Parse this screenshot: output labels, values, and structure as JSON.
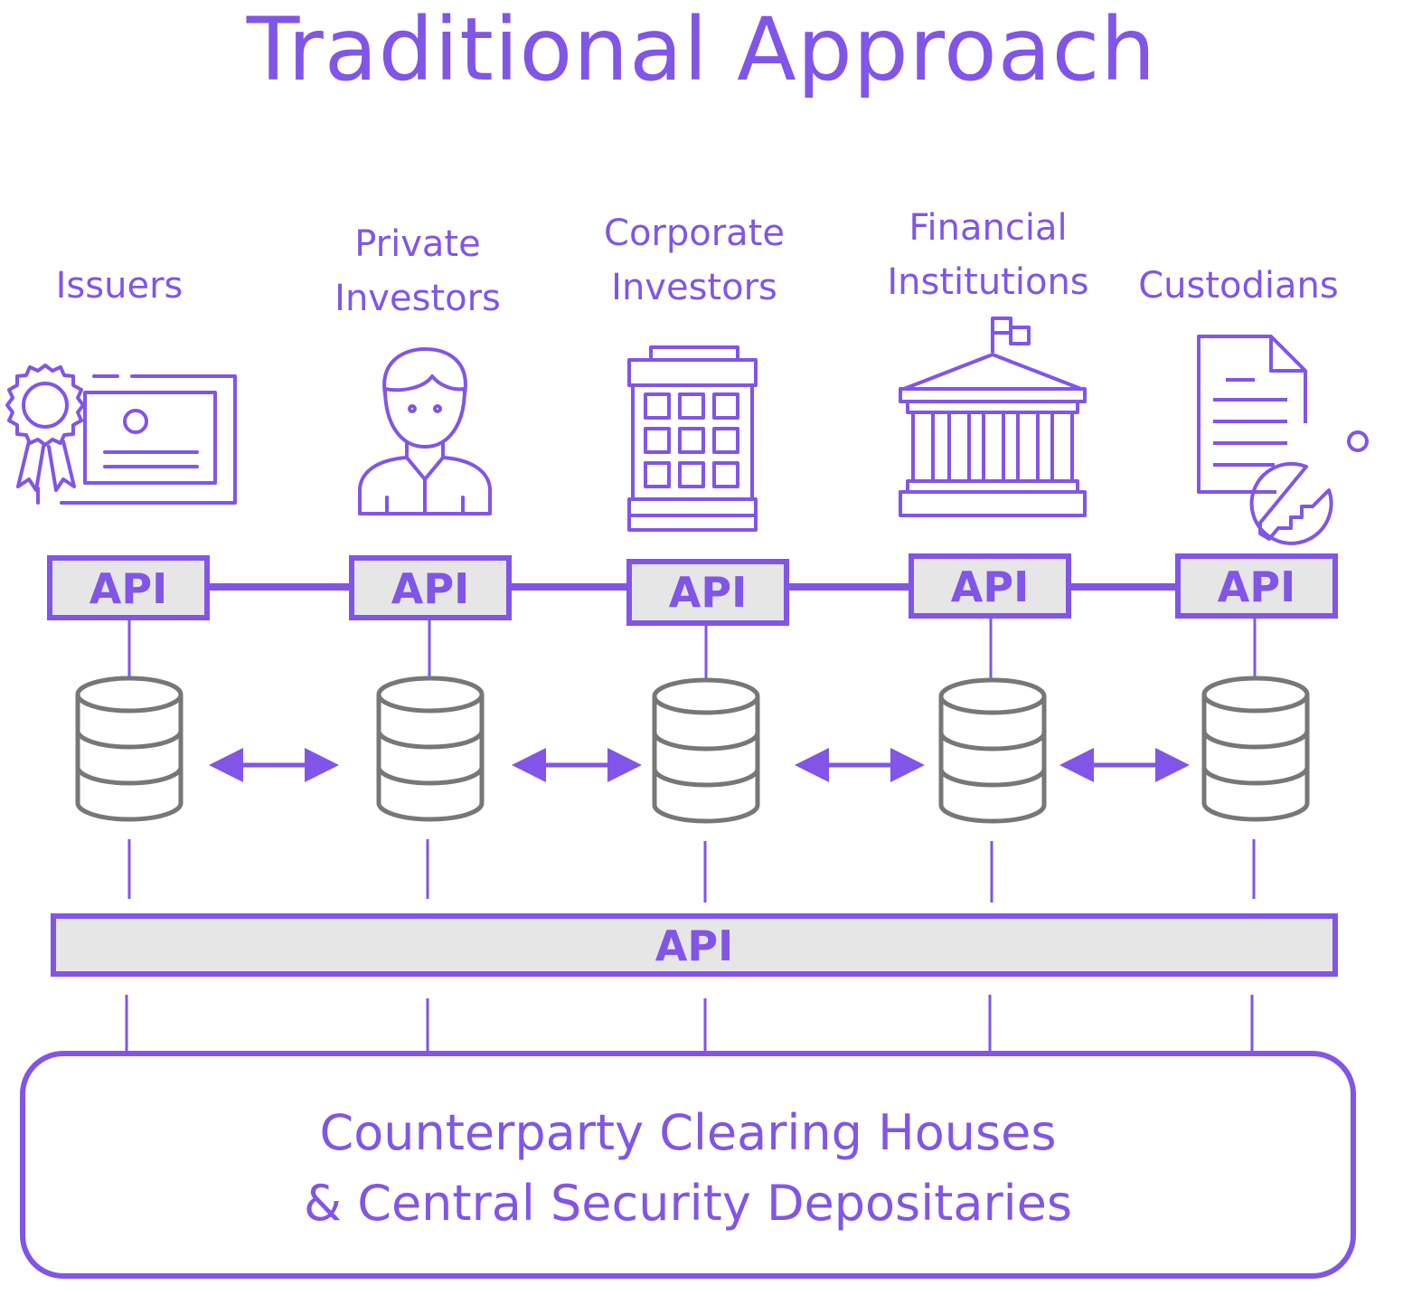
{
  "title": "Traditional Approach",
  "colors": {
    "accent": "#8155e8",
    "box_fill": "#e6e6e6",
    "db_stroke": "#777777"
  },
  "participants": [
    {
      "label_lines": [
        "Issuers"
      ],
      "icon": "certificate-icon",
      "api_label": "API"
    },
    {
      "label_lines": [
        "Private",
        "Investors"
      ],
      "icon": "person-icon",
      "api_label": "API"
    },
    {
      "label_lines": [
        "Corporate",
        "Investors"
      ],
      "icon": "office-building-icon",
      "api_label": "API"
    },
    {
      "label_lines": [
        "Financial",
        "Institutions"
      ],
      "icon": "bank-icon",
      "api_label": "API"
    },
    {
      "label_lines": [
        "Custodians"
      ],
      "icon": "document-key-icon",
      "api_label": "API"
    }
  ],
  "shared_api": {
    "label": "API"
  },
  "clearing": {
    "line1": "Counterparty Clearing Houses",
    "line2": "& Central Security Depositaries"
  }
}
